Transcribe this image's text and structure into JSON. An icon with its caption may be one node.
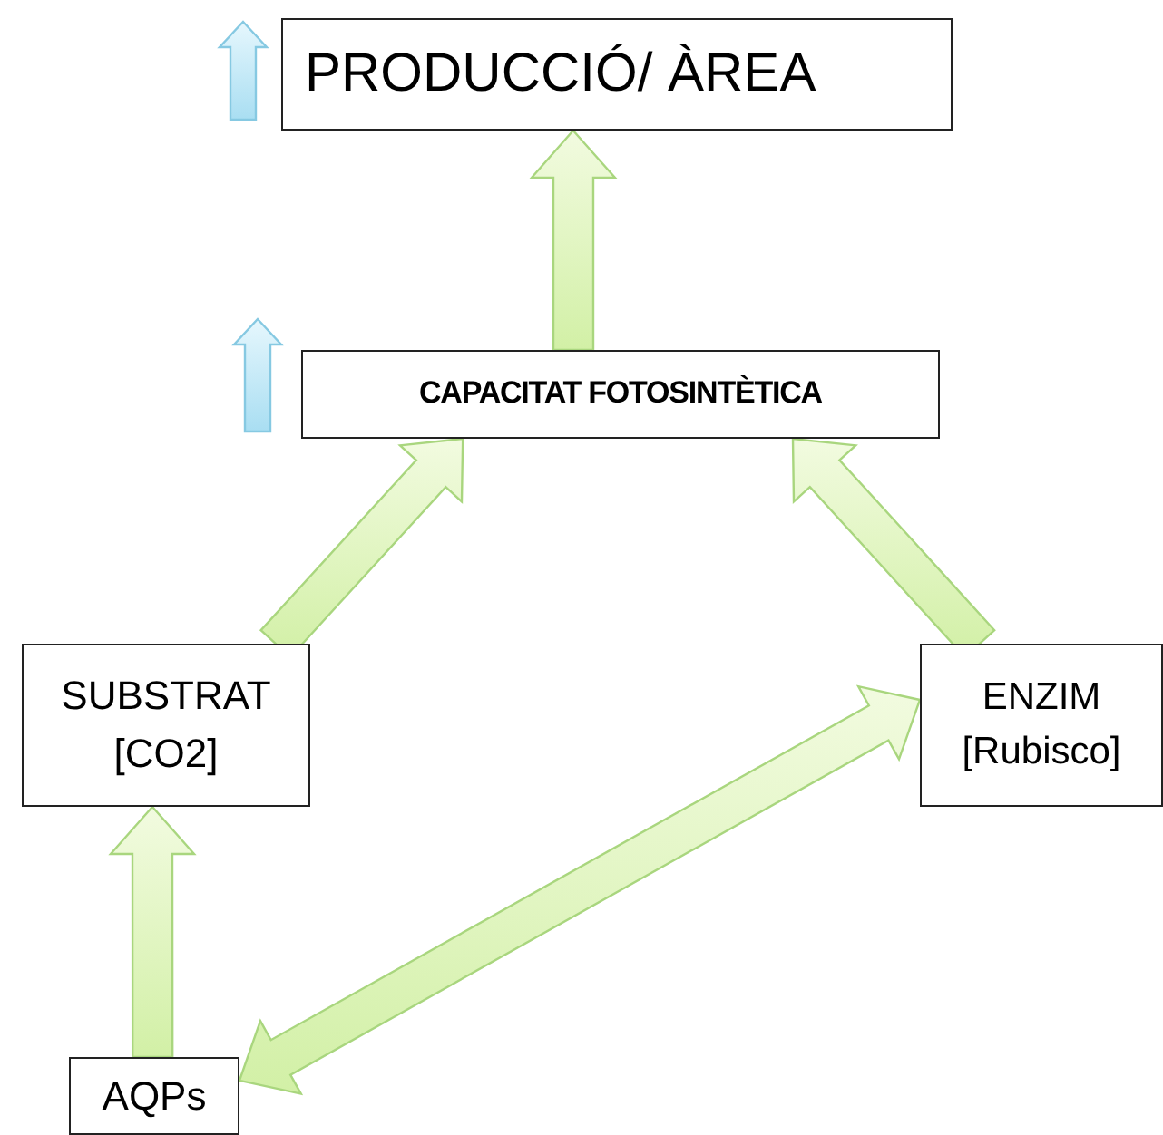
{
  "diagram": {
    "nodes": [
      {
        "text": [
          "PRODUCCIÓ/ ÀREA"
        ]
      },
      {
        "text": [
          "CAPACITAT FOTOSINTÈTICA"
        ]
      },
      {
        "text": [
          "SUBSTRAT [CO2]"
        ]
      },
      {
        "text": [
          "ENZIM [Rubisco]"
        ]
      },
      {
        "text": [
          "AQPs"
        ]
      }
    ],
    "edges": [
      {
        "from": 1,
        "to": 0,
        "arrow": "to"
      },
      {
        "from": 2,
        "to": 1,
        "arrow": "to"
      },
      {
        "from": 3,
        "to": 1,
        "arrow": "to"
      },
      {
        "from": 4,
        "to": 2,
        "arrow": "to"
      },
      {
        "from": 4,
        "to": 3,
        "arrow": "both"
      }
    ]
  }
}
